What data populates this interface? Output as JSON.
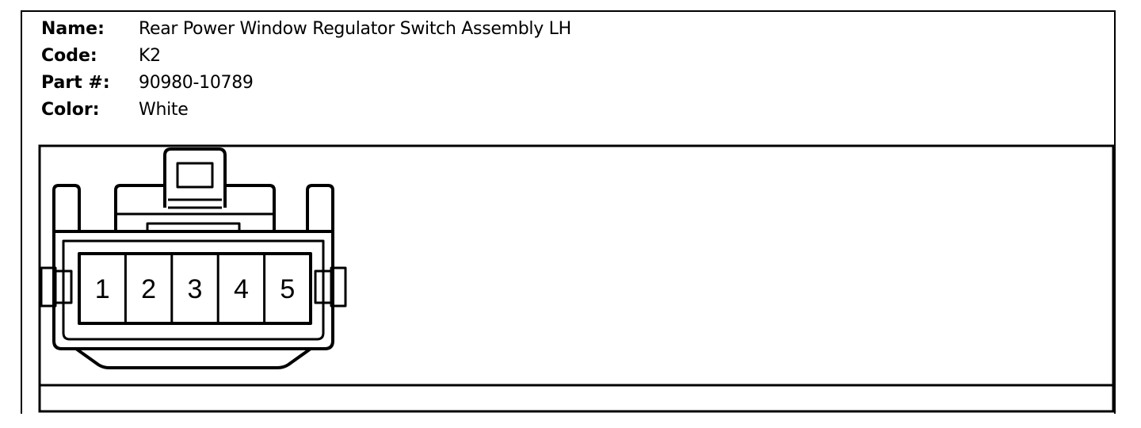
{
  "header": {
    "name_label": "Name:",
    "name_value": "Rear Power Window Regulator Switch Assembly LH",
    "code_label": "Code:",
    "code_value": "K2",
    "part_label": "Part #:",
    "part_value": "90980-10789",
    "color_label": "Color:",
    "color_value": "White"
  },
  "connector": {
    "pins": [
      "1",
      "2",
      "3",
      "4",
      "5"
    ]
  }
}
